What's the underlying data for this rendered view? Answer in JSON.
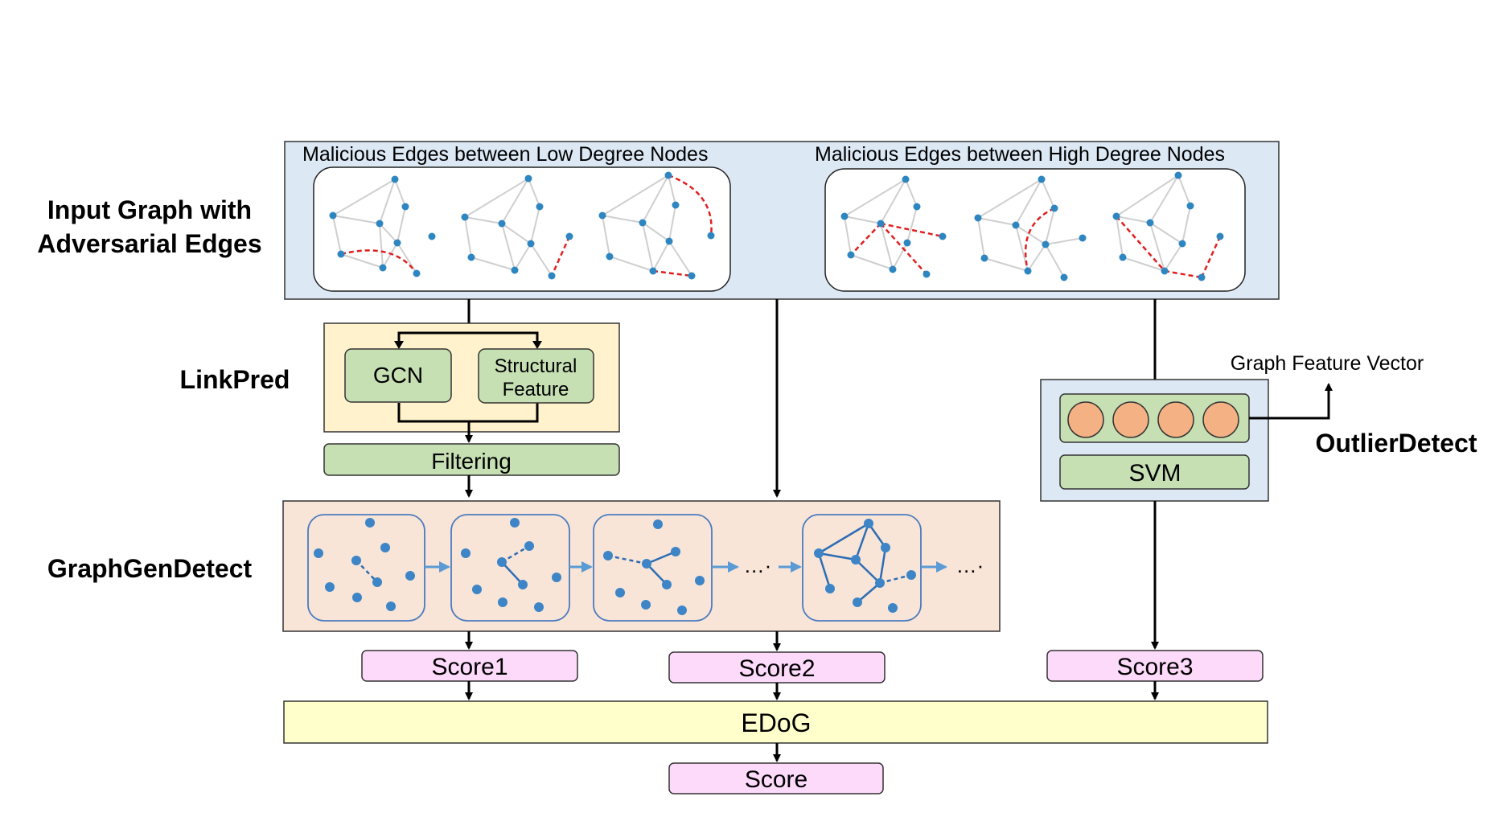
{
  "labels": {
    "input_graph_line1": "Input Graph with",
    "input_graph_line2": "Adversarial Edges",
    "linkpred": "LinkPred",
    "graphgendetect": "GraphGenDetect",
    "outlierdetect": "OutlierDetect",
    "low_degree_caption": "Malicious Edges between Low Degree Nodes",
    "high_degree_caption": "Malicious Edges between High Degree Nodes",
    "gcn": "GCN",
    "structural_line1": "Structural",
    "structural_line2": "Feature",
    "filtering": "Filtering",
    "graph_feature_vector": "Graph Feature Vector",
    "svm": "SVM",
    "ellipsis": "…·",
    "score1": "Score1",
    "score2": "Score2",
    "score3": "Score3",
    "edog": "EDoG",
    "score": "Score"
  },
  "colors": {
    "input_panel": "#dce8f4",
    "linkpred_panel": "#fff2cc",
    "green_box": "#c6e0b4",
    "gen_panel": "#f8e5d8",
    "svm_panel": "#dce8f4",
    "score_box": "#fdd9fa",
    "edog_box": "#ffffcc",
    "node": "#2e86c1",
    "adv_edge": "#e02020",
    "feature_circle": "#f4b183"
  }
}
